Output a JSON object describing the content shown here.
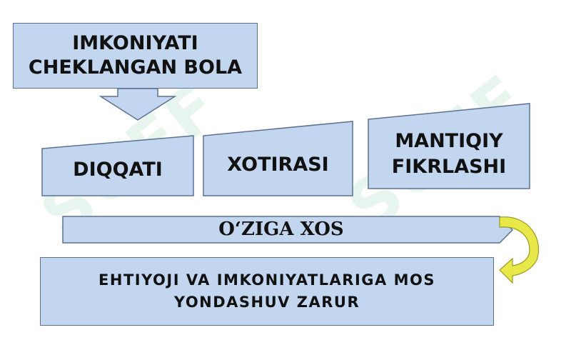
{
  "top_box": {
    "line1": "IMKONIYATI",
    "line2": "CHEKLANGAN BOLA"
  },
  "traits": [
    {
      "label": "DIQQATI"
    },
    {
      "label": "XOTIRASI"
    },
    {
      "label": "MANTIQIY",
      "label2": "FIKRLASHI"
    }
  ],
  "banner": {
    "label": "O‘ZIGA XOS"
  },
  "bottom_box": {
    "line1": "EHTIYOJI VA IMKONIYATLARIGA MOS",
    "line2": "YONDASHUV ZARUR"
  },
  "watermark": {
    "text": "SOFF"
  },
  "colors": {
    "fill": "#c3d6f0",
    "border": "#5d7193",
    "arrow": "#e8e84a"
  }
}
